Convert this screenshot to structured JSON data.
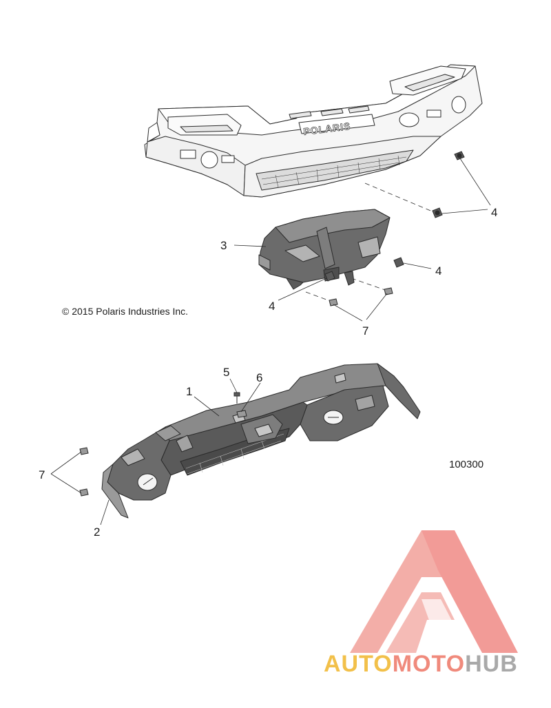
{
  "copyright": "© 2015 Polaris Industries Inc.",
  "figure_id": "100300",
  "emboss_text": "POLARIS",
  "callouts": {
    "c1": "1",
    "c2": "2",
    "c3": "3",
    "c4a": "4",
    "c4b": "4",
    "c4c": "4",
    "c5": "5",
    "c6": "6",
    "c7a": "7",
    "c7b": "7"
  },
  "watermark": {
    "part1": "AUTO",
    "part2": "MOTO",
    "part3": "HUB",
    "colors": {
      "auto": "#f2c04a",
      "moto": "#f08a7c",
      "hub": "#a9a9a9",
      "mark": "#f08a86"
    }
  },
  "colors": {
    "line": "#2a2a2a",
    "dark_part": "#6b6b6b",
    "mid_part": "#9a9a9a",
    "light_part": "#f4f4f4"
  }
}
